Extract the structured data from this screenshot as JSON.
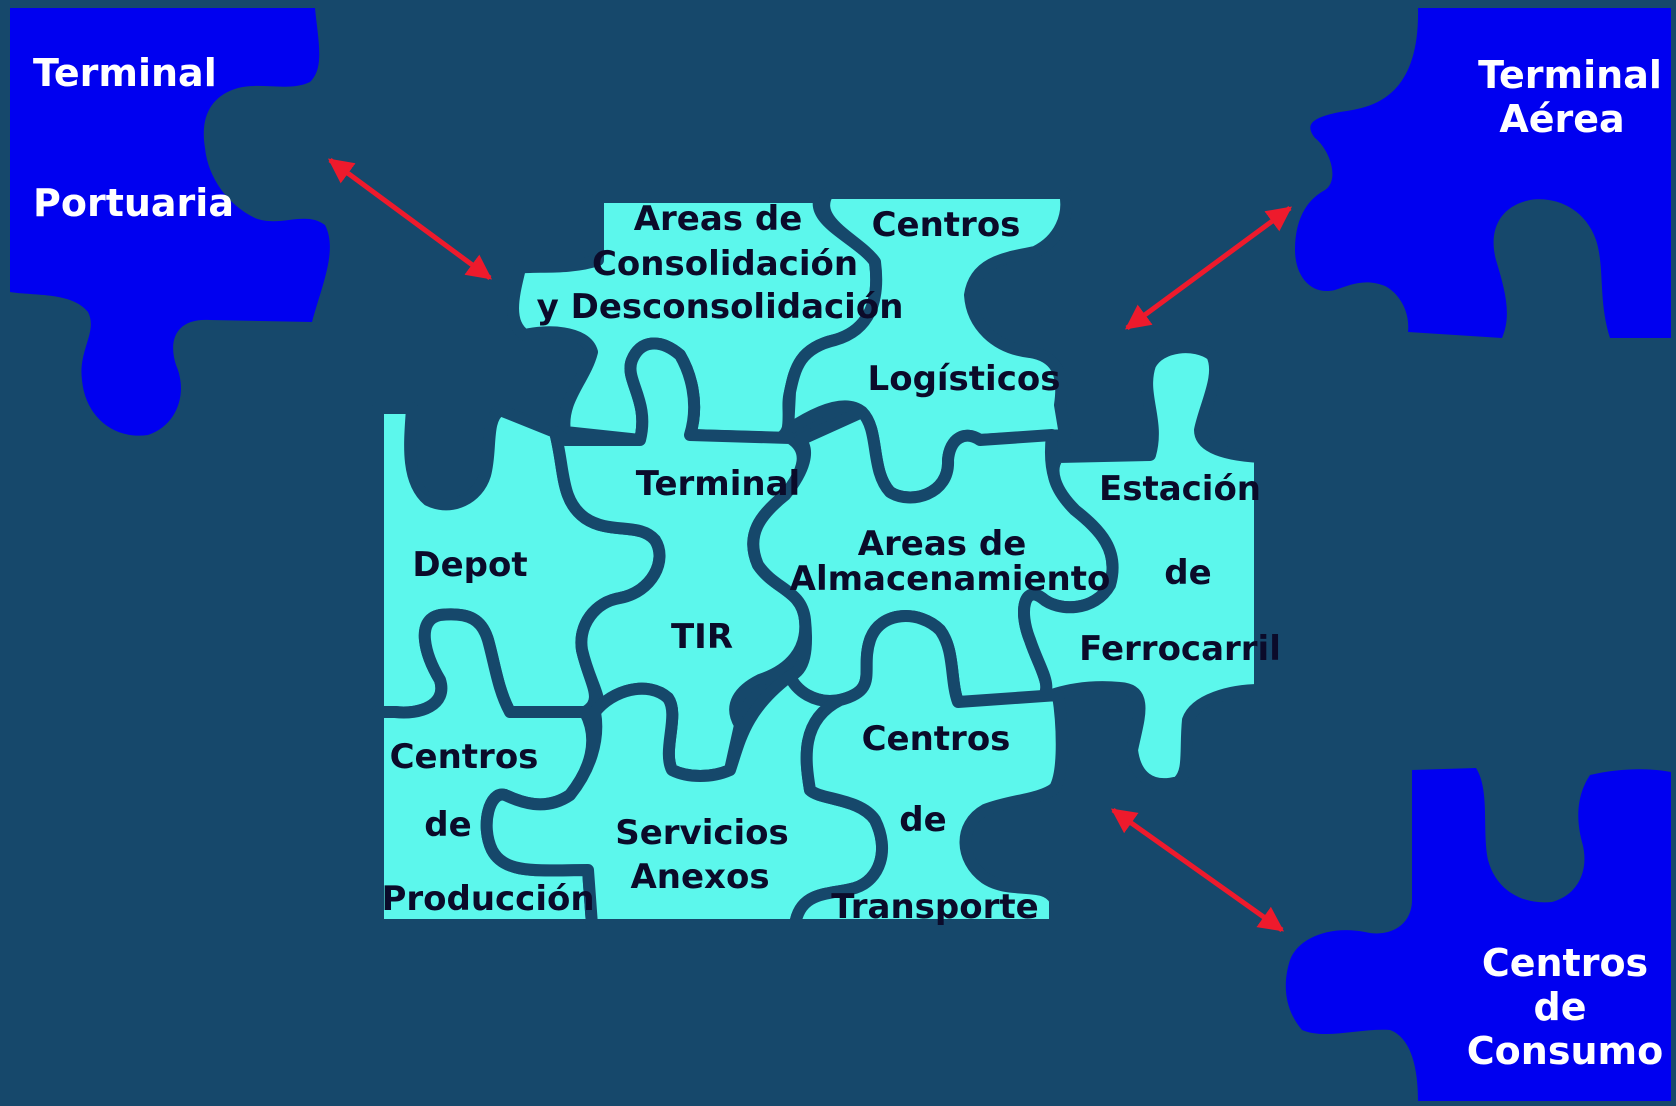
{
  "colors": {
    "background": "#16486b",
    "outer_piece": "#0000f0",
    "inner_piece": "#5cf7ec",
    "seam": "#16486b",
    "arrow": "#ee1a2c"
  },
  "outer_pieces": {
    "terminal_portuaria": {
      "line1": "Terminal",
      "line2": "Portuaria"
    },
    "terminal_aerea": {
      "line1": "Terminal",
      "line2": "Aérea"
    },
    "centros_consumo": {
      "line1": "Centros",
      "line2": "de",
      "line3": "Consumo"
    }
  },
  "inner_pieces": {
    "consolidacion": {
      "line1": "Areas de",
      "line2": "Consolidación",
      "line3": "y Desconsolidación"
    },
    "centros_logisticos": {
      "line1": "Centros",
      "line2": "Logísticos"
    },
    "depot": {
      "line1": "Depot"
    },
    "terminal_tir": {
      "line1": "Terminal",
      "line2": "TIR"
    },
    "almacenamiento": {
      "line1": "Areas de",
      "line2": "Almacenamiento"
    },
    "ferrocarril": {
      "line1": "Estación",
      "line2": "de",
      "line3": "Ferrocarril"
    },
    "centros_produccion": {
      "line1": "Centros",
      "line2": "de",
      "line3": "Producción"
    },
    "servicios_anexos": {
      "line1": "Servicios",
      "line2": "Anexos"
    },
    "centros_transporte": {
      "line1": "Centros",
      "line2": "de",
      "line3": "Transporte"
    }
  }
}
